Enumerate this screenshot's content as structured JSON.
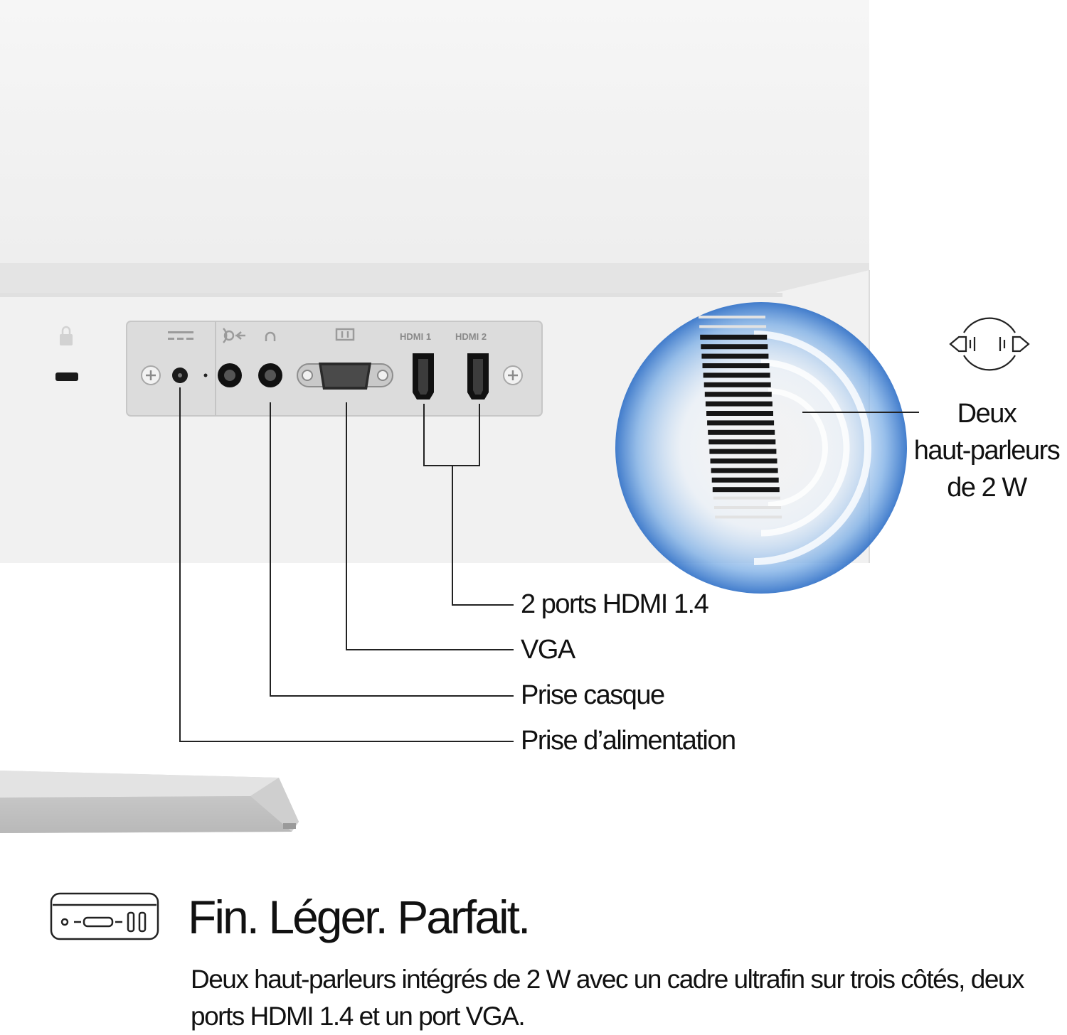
{
  "callouts": {
    "hdmi": "2 ports HDMI 1.4",
    "vga": "VGA",
    "headphone": "Prise casque",
    "power": "Prise d’alimentation"
  },
  "speakers": {
    "line1": "Deux",
    "line2": "haut-parleurs",
    "line3": "de 2 W",
    "icon": "speaker-sound-waves-icon"
  },
  "port_panel": {
    "hdmi1_label": "HDMI 1",
    "hdmi2_label": "HDMI 2"
  },
  "feature": {
    "icon": "thin-monitor-profile-icon",
    "headline": "Fin. Léger. Parfait.",
    "description": "Deux haut-parleurs intégrés de 2 W avec un cadre ultrafin sur trois côtés, deux ports HDMI 1.4 et un port VGA."
  },
  "colors": {
    "accent_glow": "#3b82d6",
    "text": "#111111",
    "panel": "#d9d9d9"
  }
}
